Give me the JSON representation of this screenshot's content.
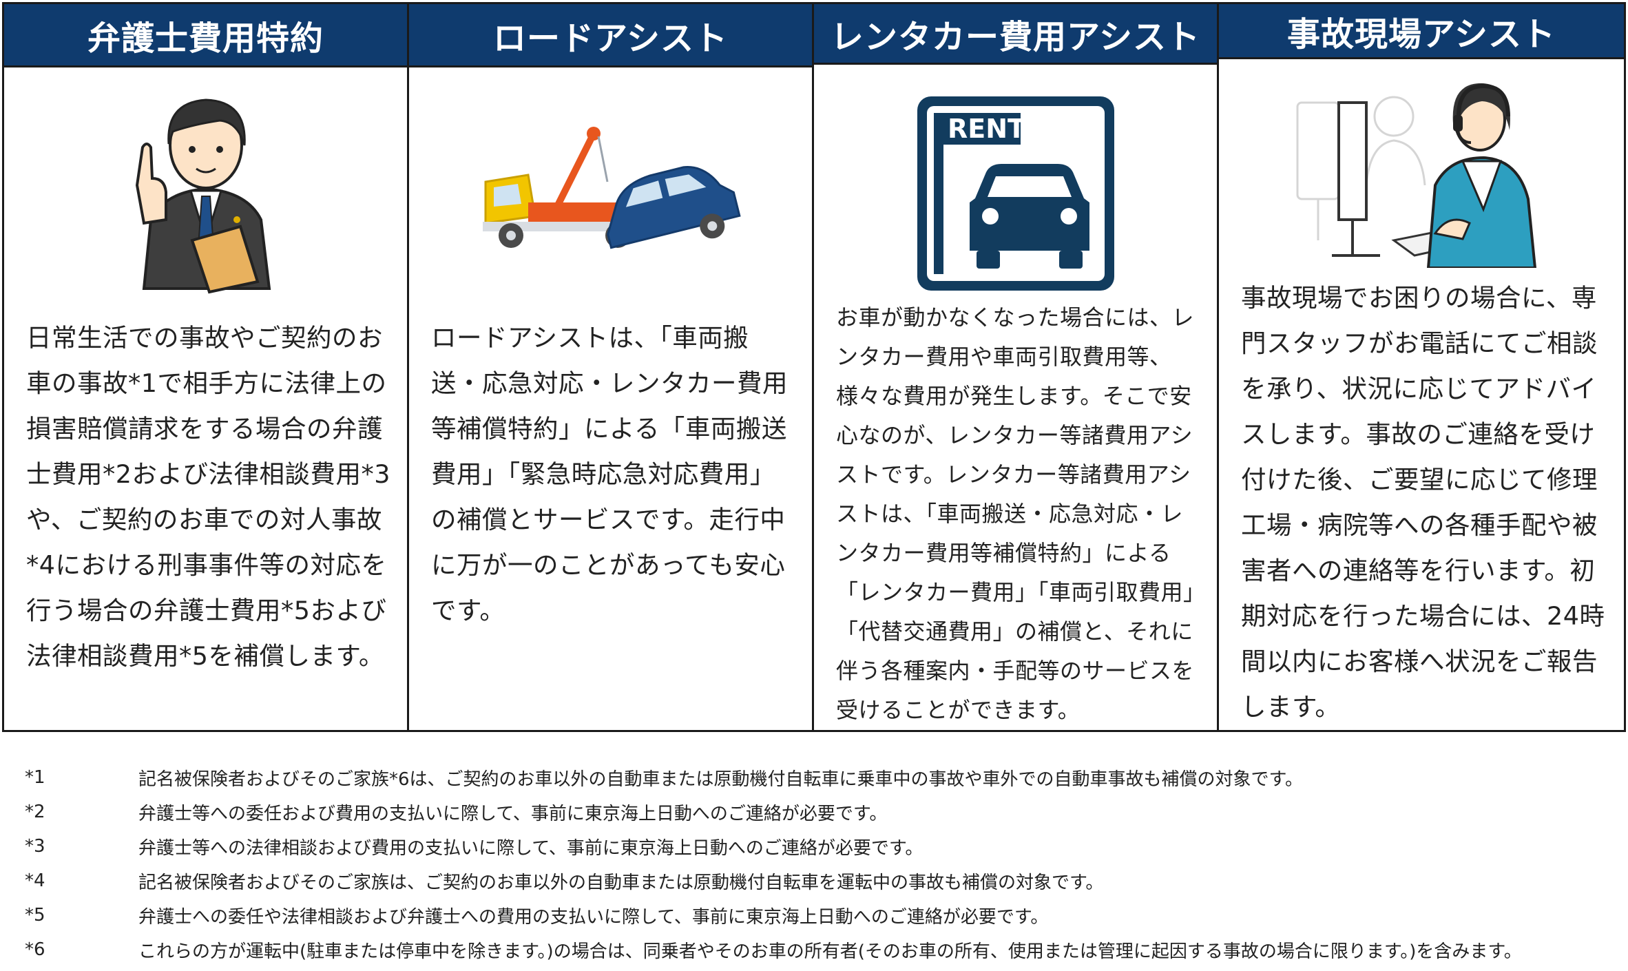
{
  "columns": [
    {
      "title": "弁護士費用特約",
      "icon": "lawyer-illustration",
      "body": "日常生活での事故やご契約のお車の事故*1で相手方に法律上の損害賠償請求をする場合の弁護士費用*2および法律相談費用*3や、ご契約のお車での対人事故*4における刑事事件等の対応を行う場合の弁護士費用*5および法律相談費用*5を補償します。"
    },
    {
      "title": "ロードアシスト",
      "icon": "tow-truck-illustration",
      "body": "ロードアシストは、「車両搬送・応急対応・レンタカー費用等補償特約」による「車両搬送費用」「緊急時応急対応費用」の補償とサービスです。走行中に万が一のことがあっても安心です。"
    },
    {
      "title": "レンタカー費用アシスト",
      "icon": "rent-car-icon",
      "rent_label": "RENT",
      "body": "お車が動かなくなった場合には、レンタカー費用や車両引取費用等、様々な費用が発生します。そこで安心なのが、レンタカー等諸費用アシストです。レンタカー等諸費用アシストは、「車両搬送・応急対応・レンタカー費用等補償特約」による「レンタカー費用」「車両引取費用」「代替交通費用」の補償と、それに伴う各種案内・手配等のサービスを受けることができます。"
    },
    {
      "title": "事故現場アシスト",
      "icon": "call-center-illustration",
      "body": "事故現場でお困りの場合に、専門スタッフがお電話にてご相談を承り、状況に応じてアドバイスします。事故のご連絡を受け付けた後、ご要望に応じて修理工場・病院等への各種手配や被害者への連絡等を行います。初期対応を行った場合には、24時間以内にお客様へ状況をご報告します。"
    }
  ],
  "notes": [
    {
      "mark": "*1",
      "text": "記名被保険者およびそのご家族*6は、ご契約のお車以外の自動車または原動機付自転車に乗車中の事故や車外での自動車事故も補償の対象です。"
    },
    {
      "mark": "*2",
      "text": "弁護士等への委任および費用の支払いに際して、事前に東京海上日動へのご連絡が必要です。"
    },
    {
      "mark": "*3",
      "text": "弁護士等への法律相談および費用の支払いに際して、事前に東京海上日動へのご連絡が必要です。"
    },
    {
      "mark": "*4",
      "text": "記名被保険者およびそのご家族は、ご契約のお車以外の自動車または原動機付自転車を運転中の事故も補償の対象です。"
    },
    {
      "mark": "*5",
      "text": "弁護士への委任や法律相談および弁護士への費用の支払いに際して、事前に東京海上日動へのご連絡が必要です。"
    },
    {
      "mark": "*6",
      "text": "これらの方が運転中(駐車または停車中を除きます。)の場合は、同乗者やそのお車の所有者(そのお車の所有、使用または管理に起因する事故の場合に限ります。)を含みます。"
    }
  ],
  "colors": {
    "header_bg": "#0f3b6e",
    "header_text": "#ffffff",
    "border": "#1a1a1a",
    "rent_blue": "#123c5e",
    "truck_yellow": "#f2c500",
    "truck_orange": "#e8561e",
    "car_blue": "#1f4f8a"
  }
}
